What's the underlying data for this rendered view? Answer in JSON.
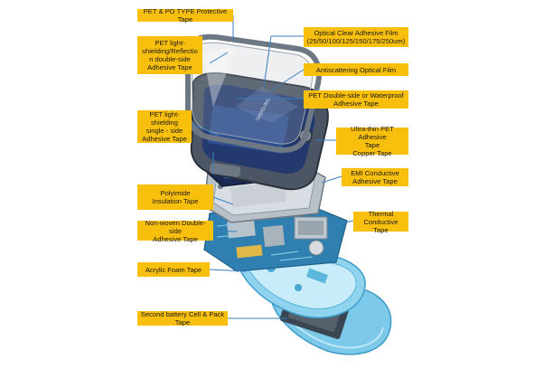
{
  "colors": {
    "label_bg": "#f8bf0c",
    "leader_line": "#3a7fc1",
    "case_blue": "#7cc9ea",
    "pcb_blue": "#2f7fb0",
    "frame_gray": "#6d7884",
    "screen_dark": "#1c2a52"
  },
  "labels": {
    "pet_po_tape": "PET & PO TYPE Protective Tape",
    "pet_light_shield_reflect": "PET light-\nshielding/Reflectio\nn double-side\nAdhesive Tape",
    "pet_light_shield_single": "PET light-shielding\nsingle - side\nAdhesive Tape",
    "polyimide": "Polyimide\nInsulation Tape",
    "non_woven": "Non-woven Double-side\nAdhesive Tape",
    "acrylic_foam": "Acrylic Foam  Tape",
    "battery_pack": "Second battery Cell & Pack Tape",
    "optical_clear": "Optical Clear Adhesive Film\n(25/50/100/125/150/175/250um)",
    "antiscatter": "Antiscattering  Optical Film",
    "pet_double_waterproof": "PET Double-side or Waterproof\nAdhesive Tape",
    "ultra_thin_copper": "Ultra-thin PET Adhesive\nTape\nCopper Tape",
    "emi": "EMI Conductive\nAdhesive Tape",
    "thermal": "Thermal Conductive\nTape"
  },
  "device_text": {
    "brand": "SAMSUNG"
  }
}
